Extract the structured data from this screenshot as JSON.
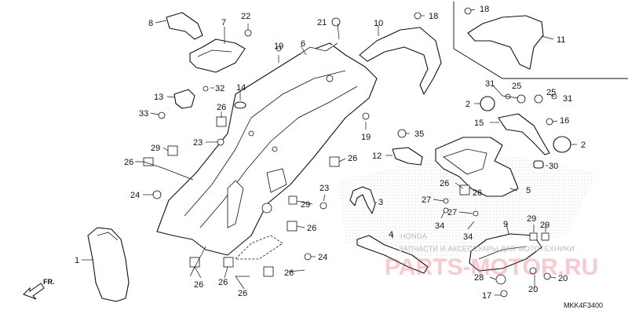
{
  "diagram": {
    "reference_code": "MKK4F3400",
    "direction_label": "FR.",
    "watermark": {
      "caption": "ЗАПЧАСТИ И АКСЕССУАРЫ ДЛЯ МОТОТЕХНИКИ",
      "brand": "PARTS-MOTOR.RU",
      "logo_text": "HONDA"
    },
    "callouts": [
      {
        "id": "c8",
        "label": "8"
      },
      {
        "id": "c7",
        "label": "7"
      },
      {
        "id": "c22",
        "label": "22"
      },
      {
        "id": "c21",
        "label": "21"
      },
      {
        "id": "c10",
        "label": "10"
      },
      {
        "id": "c18a",
        "label": "18"
      },
      {
        "id": "c18b",
        "label": "18"
      },
      {
        "id": "c11",
        "label": "11"
      },
      {
        "id": "c19a",
        "label": "19"
      },
      {
        "id": "c6",
        "label": "6"
      },
      {
        "id": "c13",
        "label": "13"
      },
      {
        "id": "c32",
        "label": "32"
      },
      {
        "id": "c14",
        "label": "14"
      },
      {
        "id": "c33",
        "label": "33"
      },
      {
        "id": "c26a",
        "label": "26"
      },
      {
        "id": "c23a",
        "label": "23"
      },
      {
        "id": "c29a",
        "label": "29"
      },
      {
        "id": "c26b",
        "label": "26"
      },
      {
        "id": "c24a",
        "label": "24"
      },
      {
        "id": "c26c",
        "label": "26"
      },
      {
        "id": "c19b",
        "label": "19"
      },
      {
        "id": "c35",
        "label": "35"
      },
      {
        "id": "c12",
        "label": "12"
      },
      {
        "id": "c31a",
        "label": "31"
      },
      {
        "id": "c25a",
        "label": "25"
      },
      {
        "id": "c25b",
        "label": "25"
      },
      {
        "id": "c31b",
        "label": "31"
      },
      {
        "id": "c2a",
        "label": "2"
      },
      {
        "id": "c15",
        "label": "15"
      },
      {
        "id": "c16",
        "label": "16"
      },
      {
        "id": "c2b",
        "label": "2"
      },
      {
        "id": "c30",
        "label": "30"
      },
      {
        "id": "c23b",
        "label": "23"
      },
      {
        "id": "c29b",
        "label": "29"
      },
      {
        "id": "c3",
        "label": "3"
      },
      {
        "id": "c26d",
        "label": "26"
      },
      {
        "id": "c26e",
        "label": "26"
      },
      {
        "id": "c27a",
        "label": "27"
      },
      {
        "id": "c27b",
        "label": "27"
      },
      {
        "id": "c5",
        "label": "5"
      },
      {
        "id": "c34a",
        "label": "34"
      },
      {
        "id": "c34b",
        "label": "34"
      },
      {
        "id": "c26f",
        "label": "26"
      },
      {
        "id": "c4",
        "label": "4"
      },
      {
        "id": "c9",
        "label": "9"
      },
      {
        "id": "c29c",
        "label": "29"
      },
      {
        "id": "c29d",
        "label": "29"
      },
      {
        "id": "c1",
        "label": "1"
      },
      {
        "id": "c24b",
        "label": "24"
      },
      {
        "id": "c26g",
        "label": "26"
      },
      {
        "id": "c26h",
        "label": "26"
      },
      {
        "id": "c26i",
        "label": "26"
      },
      {
        "id": "c26j",
        "label": "26"
      },
      {
        "id": "c28",
        "label": "28"
      },
      {
        "id": "c20a",
        "label": "20"
      },
      {
        "id": "c20b",
        "label": "20"
      },
      {
        "id": "c17",
        "label": "17"
      }
    ]
  }
}
